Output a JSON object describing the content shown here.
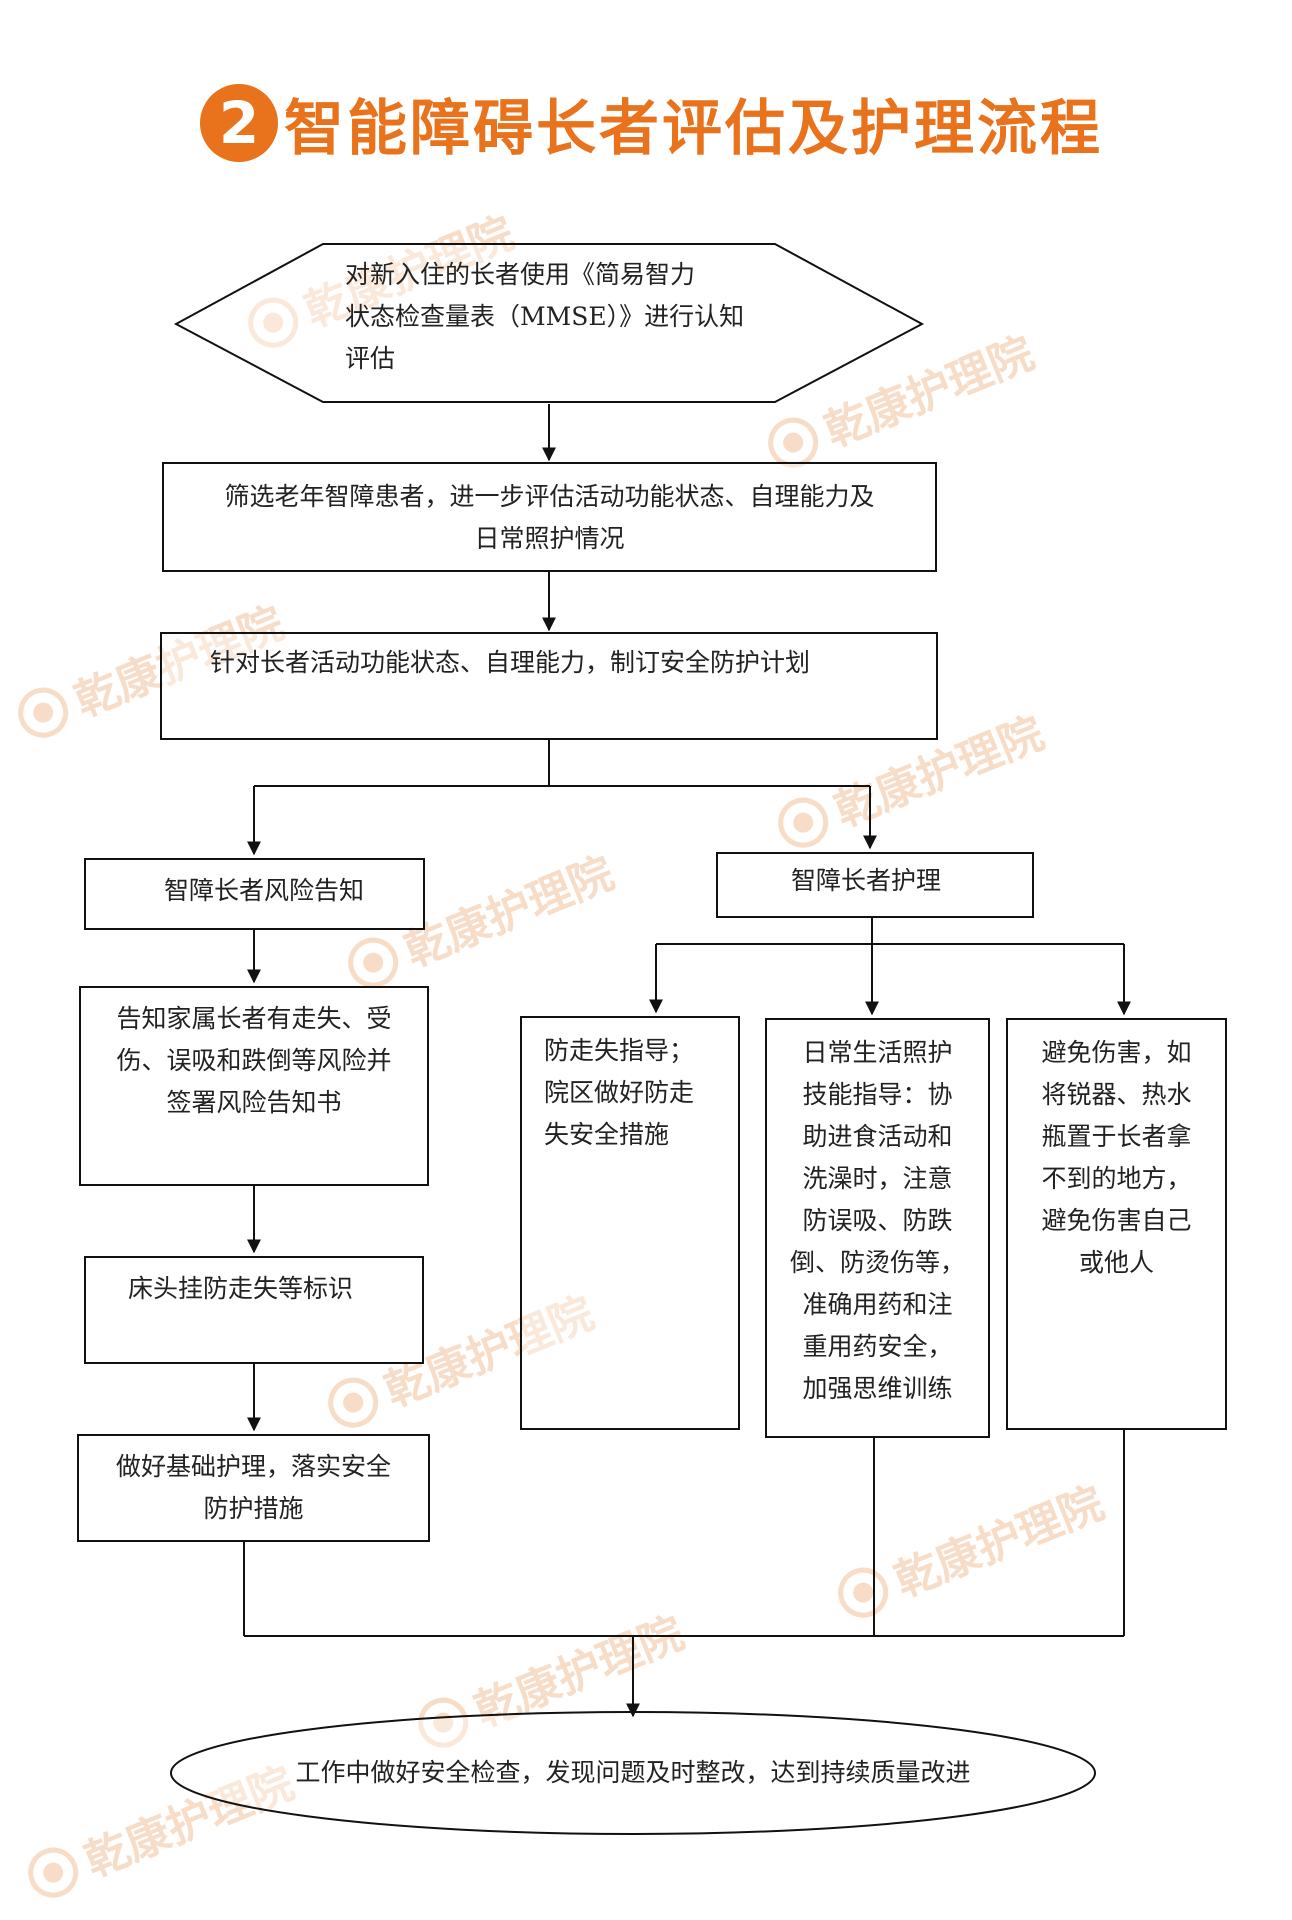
{
  "title": {
    "number": "2",
    "text": "智能障碍长者评估及护理流程"
  },
  "watermark": {
    "text": "乾康护理院",
    "color": "#f3c7a4"
  },
  "accent_color": "#e8731c",
  "nodes": {
    "start": {
      "shape": "hexagon",
      "lines": [
        "对新入住的长者使用《简易智力",
        "状态检查量表（MMSE）》进行认知",
        "评估"
      ]
    },
    "screen": {
      "lines": [
        "筛选老年智障患者，进一步评估活动功能状态、自理能力及",
        "日常照护情况"
      ]
    },
    "plan": {
      "lines": [
        "针对长者活动功能状态、自理能力，制订安全防护计划"
      ]
    },
    "risk_notice": {
      "lines": [
        "智障长者风险告知"
      ]
    },
    "care": {
      "lines": [
        "智障长者护理"
      ]
    },
    "inform_family": {
      "lines": [
        "告知家属长者有走失、受",
        "伤、误吸和跌倒等风险并",
        "签署风险告知书"
      ]
    },
    "bedside_sign": {
      "lines": [
        "床头挂防走失等标识"
      ]
    },
    "basic_care": {
      "lines": [
        "做好基础护理，落实安全",
        "防护措施"
      ]
    },
    "anti_wander": {
      "lines": [
        "防走失指导；",
        "院区做好防走",
        "失安全措施"
      ]
    },
    "daily_care": {
      "lines": [
        "日常生活照护",
        "技能指导：协",
        "助进食活动和",
        "洗澡时，注意",
        "防误吸、防跌",
        "倒、防烫伤等，",
        "准确用药和注",
        "重用药安全，",
        "加强思维训练"
      ]
    },
    "avoid_injury": {
      "lines": [
        "避免伤害，如",
        "将锐器、热水",
        "瓶置于长者拿",
        "不到的地方，",
        "避免伤害自己",
        "或他人"
      ]
    },
    "end": {
      "shape": "ellipse",
      "lines": [
        "工作中做好安全检查，发现问题及时整改，达到持续质量改进"
      ]
    }
  }
}
